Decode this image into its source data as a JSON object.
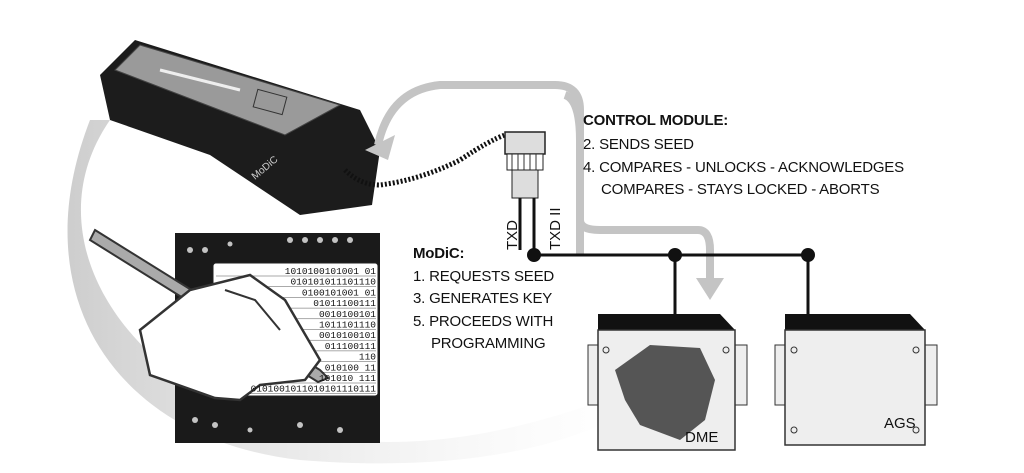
{
  "control_module": {
    "heading": "CONTROL MODULE:",
    "lines": [
      "2. SENDS SEED",
      "4. COMPARES - UNLOCKS - ACKNOWLEDGES",
      "COMPARES - STAYS LOCKED - ABORTS"
    ]
  },
  "modic": {
    "heading": "MoDiC:",
    "lines": [
      "1. REQUESTS SEED",
      "3. GENERATES KEY",
      "5. PROCEEDS WITH",
      "PROGRAMMING"
    ]
  },
  "device_label": "MoDiC",
  "wires": {
    "txd": "TXD",
    "txd2": "TXD II"
  },
  "modules": {
    "dme": "DME",
    "ags": "AGS"
  },
  "binary_rows": [
    "1010100101001 01",
    "010101011101110",
    "0100101001 01",
    "01011100111",
    "0010100101",
    "1011101110",
    "0010100101",
    "011100111",
    "110",
    "010100  11",
    "101010  111",
    "0101001011010101110111"
  ]
}
